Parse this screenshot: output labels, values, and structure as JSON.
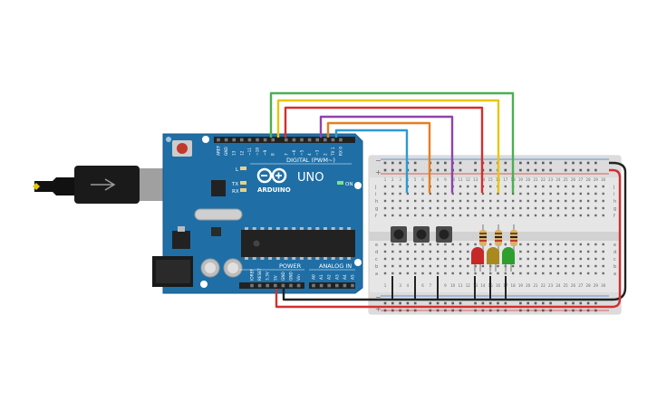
{
  "arduino": {
    "digital_label": "DIGITAL (PWM~)",
    "brand": "ARDUINO",
    "model": "UNO",
    "on_label": "ON",
    "l_label": "L",
    "tx_label": "TX",
    "rx_label": "RX",
    "power_label": "POWER",
    "analog_label": "ANALOG IN",
    "digital_pins": [
      "AREF",
      "GND",
      "13",
      "12",
      "~11",
      "~10",
      "~9",
      "8",
      "7",
      "~6",
      "~5",
      "4",
      "~3",
      "2",
      "TX 1",
      "RX 0"
    ],
    "power_pins": [
      "IOREF",
      "RESET",
      "3.3V",
      "5V",
      "GND",
      "GND",
      "Vin"
    ],
    "analog_pins": [
      "A0",
      "A1",
      "A2",
      "A3",
      "A4",
      "A5"
    ]
  },
  "breadboard": {
    "plus_label": "+",
    "minus_label": "−",
    "row_letters_top": [
      "j",
      "i",
      "h",
      "g",
      "f"
    ],
    "row_letters_bottom": [
      "e",
      "d",
      "c",
      "b",
      "a"
    ],
    "column_numbers": [
      "1",
      "2",
      "3",
      "4",
      "5",
      "6",
      "7",
      "8",
      "9",
      "10",
      "11",
      "12",
      "13",
      "14",
      "15",
      "16",
      "17",
      "18",
      "19",
      "20",
      "21",
      "22",
      "23",
      "24",
      "25",
      "26",
      "27",
      "28",
      "29",
      "30"
    ]
  },
  "colors": {
    "pcb": "#1f6fa6",
    "breadboard": "#e6e6e6",
    "wire_green": "#4caf50",
    "wire_yellow": "#e8c60f",
    "wire_red": "#d32f2f",
    "wire_purple": "#8e44ad",
    "wire_orange": "#e67e22",
    "wire_blue": "#2e9ad0",
    "wire_black": "#222222",
    "led_red": "#c62828",
    "led_yellow": "#a88a1f",
    "led_green": "#2e9e2e"
  }
}
